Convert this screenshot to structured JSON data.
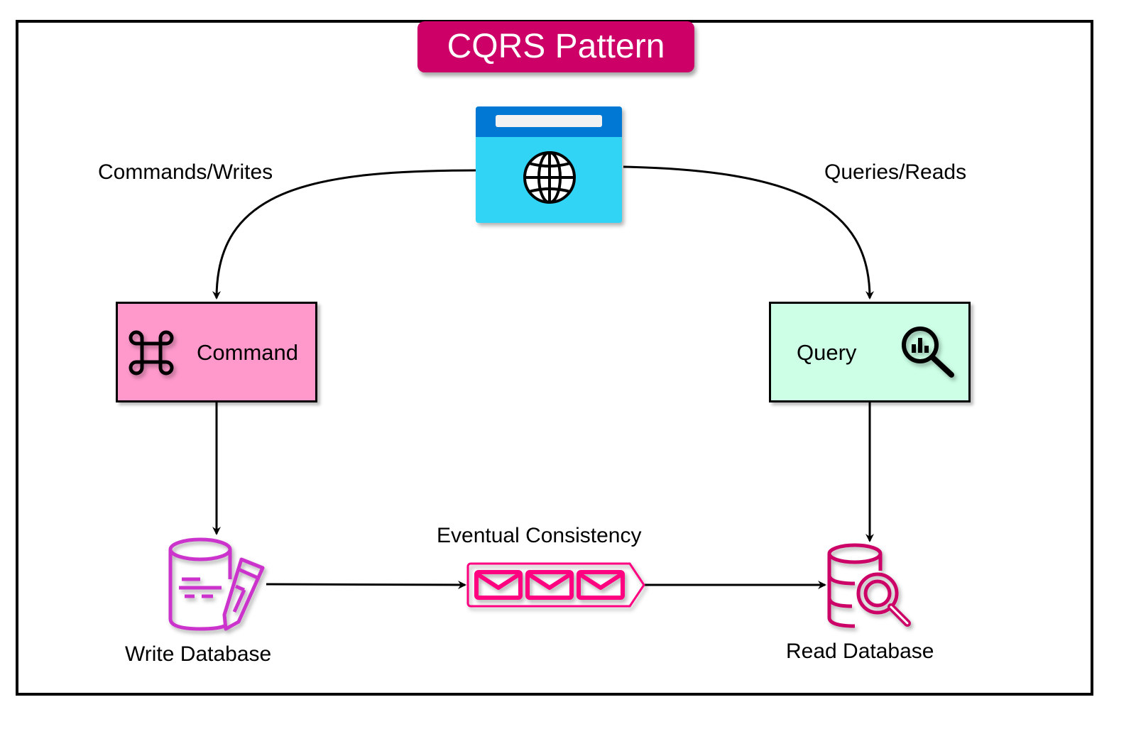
{
  "title": "CQRS Pattern",
  "client": {
    "icon": "browser-globe-icon"
  },
  "edges": {
    "commands_label": "Commands/Writes",
    "queries_label": "Queries/Reads",
    "sync_label": "Eventual Consistency"
  },
  "command_box": {
    "label": "Command",
    "icon": "command-key-icon",
    "fill": "#ff99cc"
  },
  "query_box": {
    "label": "Query",
    "icon": "search-chart-icon",
    "fill": "#ccffe6"
  },
  "write_db": {
    "label": "Write Database",
    "icon": "database-edit-icon",
    "color": "#cc33cc"
  },
  "read_db": {
    "label": "Read Database",
    "icon": "database-search-icon",
    "color": "#cc0066"
  },
  "queue": {
    "icon": "message-queue-icon",
    "color": "#ff0080",
    "messages": 3
  },
  "colors": {
    "title_bg": "#cc0066",
    "browser_top": "#0078d4",
    "browser_body": "#32d4f5"
  }
}
